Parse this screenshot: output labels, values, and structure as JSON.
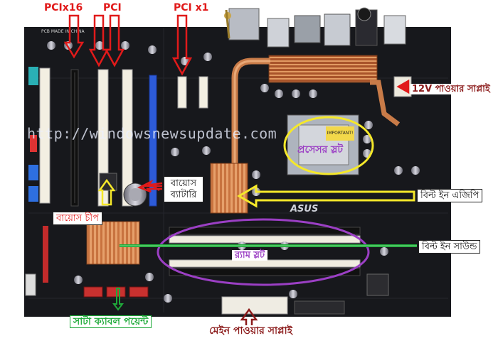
{
  "labels": {
    "pcix16": "PCIx16",
    "pci": "PCI",
    "pcix1": "PCI x1",
    "power12v": "12V পাওয়ার সাপ্লাই",
    "watermark": "http://windowsnewsupdate.com",
    "processor_slot": "প্রসেসর স্লট",
    "bios_battery_line1": "বায়োস",
    "bios_battery_line2": "ব্যাটারি",
    "builtin_agp": "বিল্ট ইন এজিপি",
    "bios_chip": "বায়োস চীপ",
    "ram_slot": "র‍্যাম স্লট",
    "builtin_sound": "বিল্ট ইন সাউন্ড",
    "sata_cable": "সাটা ক্যাবল পয়েন্ট",
    "main_power": "মেইন পাওয়ার সাপ্লাই",
    "board_silk": "PCB MADE IN CHINA",
    "asus_logo": "ASUS",
    "chip_text": "IMPORTANT!"
  },
  "colors": {
    "red": "#e11a1a",
    "maroon": "#8b1a1a",
    "yellow": "#f5e82a",
    "purple": "#9b3fc4",
    "green": "#1faa3a",
    "blue_text": "#2a33c8",
    "board": "#17181c"
  }
}
